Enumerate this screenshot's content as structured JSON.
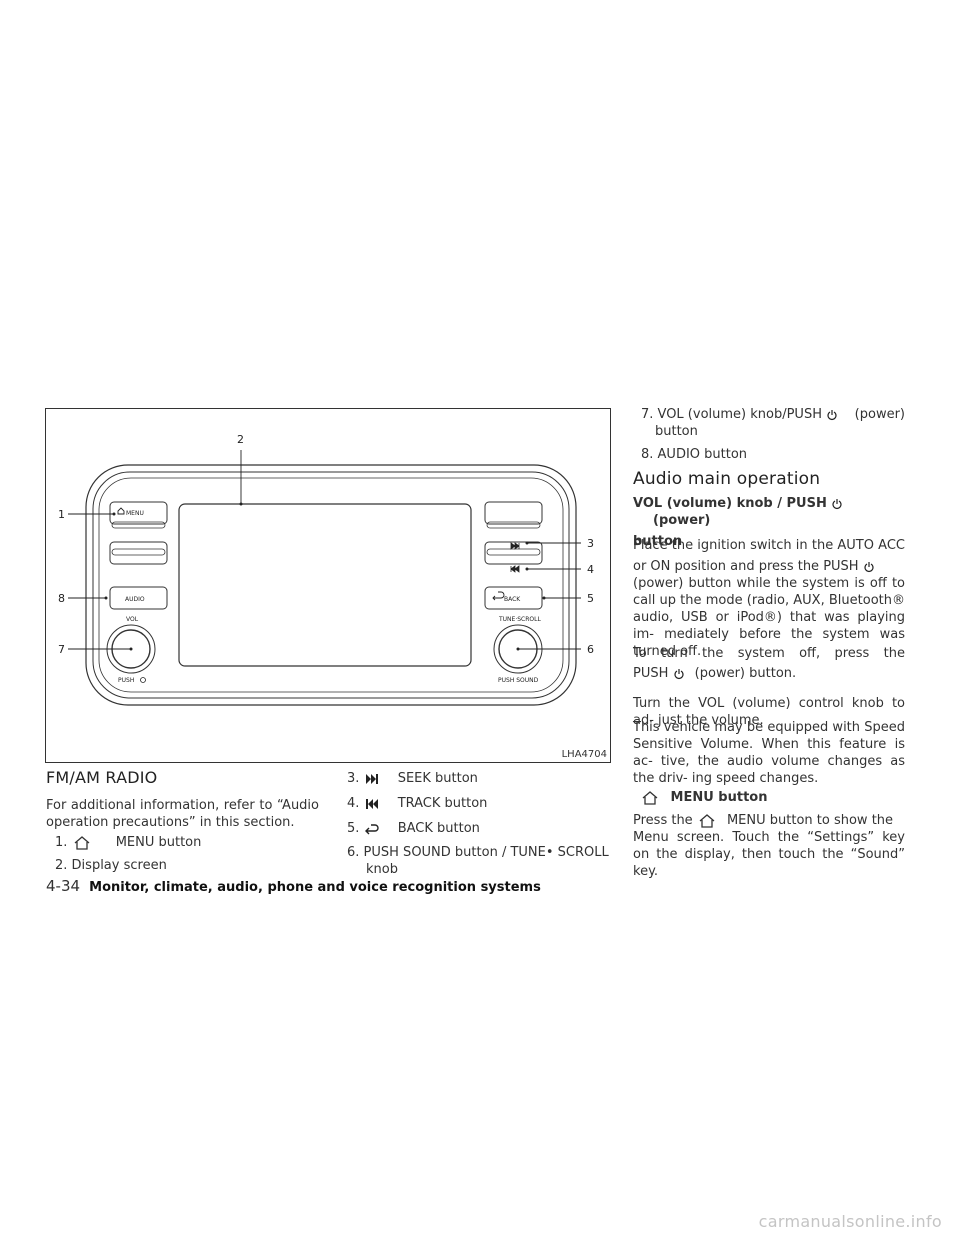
{
  "figure": {
    "code": "LHA4704",
    "callouts": [
      "1",
      "2",
      "3",
      "4",
      "5",
      "6",
      "7",
      "8"
    ],
    "panel_labels": {
      "menu": "MENU",
      "audio": "AUDIO",
      "back": "BACK",
      "vol": "VOL",
      "push": "PUSH",
      "tune_scroll": "TUNE·SCROLL",
      "push_sound": "PUSH SOUND"
    }
  },
  "left": {
    "heading": "FM/AM RADIO",
    "intro": "For additional information, refer to “Audio operation precautions” in this section.",
    "items": [
      {
        "num": "1.",
        "text": "MENU button",
        "icon": "home-icon"
      },
      {
        "num": "2.",
        "text": "Display screen"
      }
    ]
  },
  "middle": {
    "items": [
      {
        "num": "3.",
        "text": "SEEK button",
        "icon": "seek-icon"
      },
      {
        "num": "4.",
        "text": "TRACK button",
        "icon": "track-icon"
      },
      {
        "num": "5.",
        "text": "BACK button",
        "icon": "back-icon"
      },
      {
        "num": "6.",
        "text": "PUSH SOUND button / TUNE• SCROLL",
        "cont": "knob"
      }
    ]
  },
  "right": {
    "item7_pre": "7. VOL (volume) knob/PUSH",
    "item7_post": "(power)",
    "item7_cont": "button",
    "item8": "8. AUDIO button",
    "heading": "Audio main operation",
    "sub1_pre": "VOL (volume) knob / PUSH",
    "sub1_post": "(power)",
    "sub1_cont": "button",
    "p1_line1": "Place the ignition switch in the AUTO ACC",
    "p1_line2": "or ON position and press the PUSH",
    "p1_rest": "(power) button while the system is off to call up the mode (radio, AUX, Bluetooth® audio, USB or iPod®) that was playing im- mediately before the system was turned off.",
    "p2_line1": "To turn the system off, press the",
    "p2_line2_pre": "PUSH",
    "p2_line2_post": "(power) button.",
    "p3": "Turn the VOL (volume) control knob to ad- just the volume.",
    "p4": "This vehicle may be equipped with Speed Sensitive Volume. When this feature is ac- tive, the audio volume changes as the driv- ing speed changes.",
    "sub2": "MENU button",
    "p5_pre": "Press the",
    "p5_post": "MENU button to show the",
    "p5_rest": "Menu screen. Touch the “Settings” key on the display, then touch the “Sound” key."
  },
  "footer": {
    "page": "4-34",
    "title": "Monitor, climate, audio, phone and voice recognition systems"
  },
  "watermark": "carmanualsonline.info",
  "icons": [
    "home-icon",
    "seek-icon",
    "track-icon",
    "back-icon",
    "power-icon"
  ]
}
